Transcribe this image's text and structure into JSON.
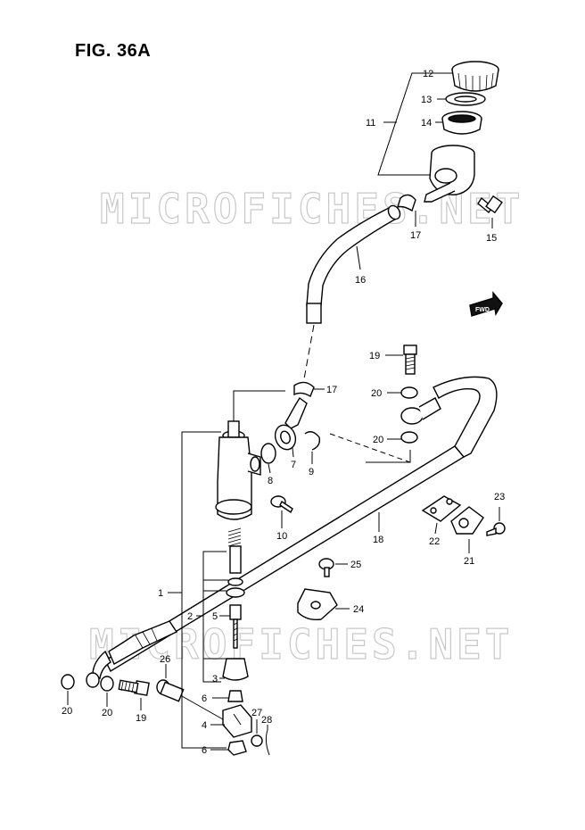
{
  "figure": {
    "title": "FIG. 36A"
  },
  "watermark": "MICROFICHES.NET",
  "fwd_label": "FWD",
  "callouts": [
    {
      "id": "c12a",
      "num": "12"
    },
    {
      "id": "c13",
      "num": "13"
    },
    {
      "id": "c14",
      "num": "14"
    },
    {
      "id": "c11",
      "num": "11"
    },
    {
      "id": "c15",
      "num": "15"
    },
    {
      "id": "c17a",
      "num": "17"
    },
    {
      "id": "c16",
      "num": "16"
    },
    {
      "id": "c19a",
      "num": "19"
    },
    {
      "id": "c20a",
      "num": "20"
    },
    {
      "id": "c17b",
      "num": "17"
    },
    {
      "id": "c20b",
      "num": "20"
    },
    {
      "id": "c8",
      "num": "8"
    },
    {
      "id": "c7",
      "num": "7"
    },
    {
      "id": "c9",
      "num": "9"
    },
    {
      "id": "c23",
      "num": "23"
    },
    {
      "id": "c10",
      "num": "10"
    },
    {
      "id": "c18",
      "num": "18"
    },
    {
      "id": "c22",
      "num": "22"
    },
    {
      "id": "c21",
      "num": "21"
    },
    {
      "id": "c25",
      "num": "25"
    },
    {
      "id": "c1",
      "num": "1"
    },
    {
      "id": "c24",
      "num": "24"
    },
    {
      "id": "c2",
      "num": "2"
    },
    {
      "id": "c5",
      "num": "5"
    },
    {
      "id": "c3",
      "num": "3"
    },
    {
      "id": "c26",
      "num": "26"
    },
    {
      "id": "c6a",
      "num": "6"
    },
    {
      "id": "c20c",
      "num": "20"
    },
    {
      "id": "c20d",
      "num": "20"
    },
    {
      "id": "c19b",
      "num": "19"
    },
    {
      "id": "c4",
      "num": "4"
    },
    {
      "id": "c27",
      "num": "27"
    },
    {
      "id": "c28",
      "num": "28"
    },
    {
      "id": "c6b",
      "num": "6"
    }
  ]
}
